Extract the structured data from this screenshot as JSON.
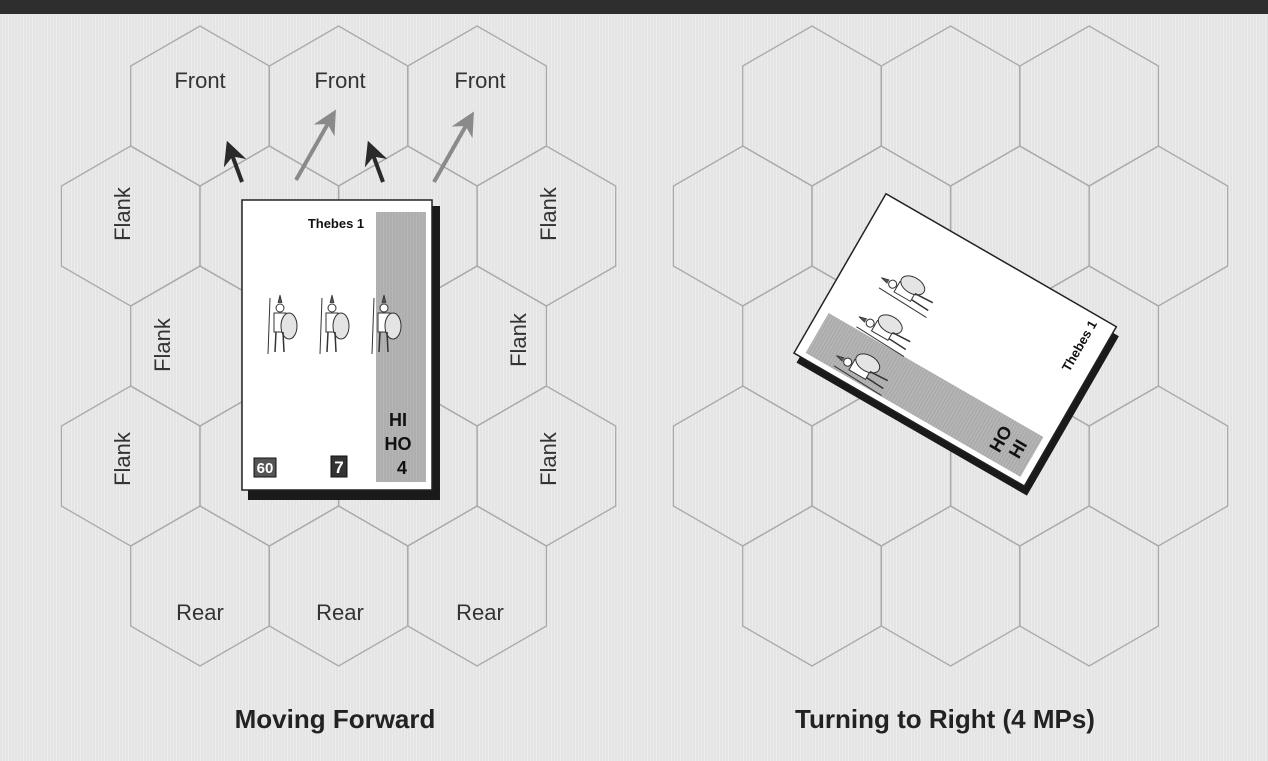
{
  "left_panel": {
    "caption": "Moving Forward",
    "front_labels": [
      "Front",
      "Front",
      "Front"
    ],
    "flank_labels": [
      "Flank",
      "Flank",
      "Flank",
      "Flank",
      "Flank",
      "Flank"
    ],
    "rear_labels": [
      "Rear",
      "Rear",
      "Rear"
    ],
    "arrows": {
      "dark": "#2a2a2a",
      "light": "#8a8a8a"
    }
  },
  "right_panel": {
    "caption": "Turning to Right (4 MPs)"
  },
  "counter": {
    "unit_name": "Thebes 1",
    "unit_type_line1": "HI",
    "unit_type_line2": "HO",
    "unit_value": "4",
    "box_left": "60",
    "box_right": "7",
    "stripe_color": "#b5b5b5",
    "rotation_deg": 30
  },
  "colors": {
    "background": "#e8e8e8",
    "hex_line": "#a9a9a9",
    "top_bar": "#2e2e2e"
  }
}
